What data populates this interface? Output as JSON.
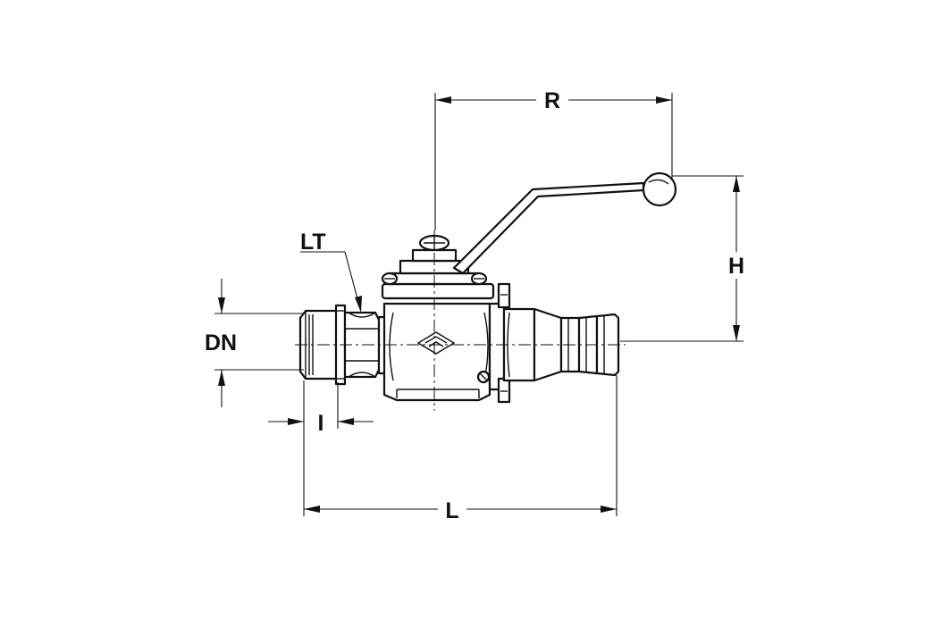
{
  "labels": {
    "radius": "R",
    "height": "H",
    "nominal_diameter": "DN",
    "thread_size": "LT",
    "thread_length": "I",
    "overall_length": "L"
  },
  "colors": {
    "line": "#111111",
    "background": "#ffffff"
  }
}
